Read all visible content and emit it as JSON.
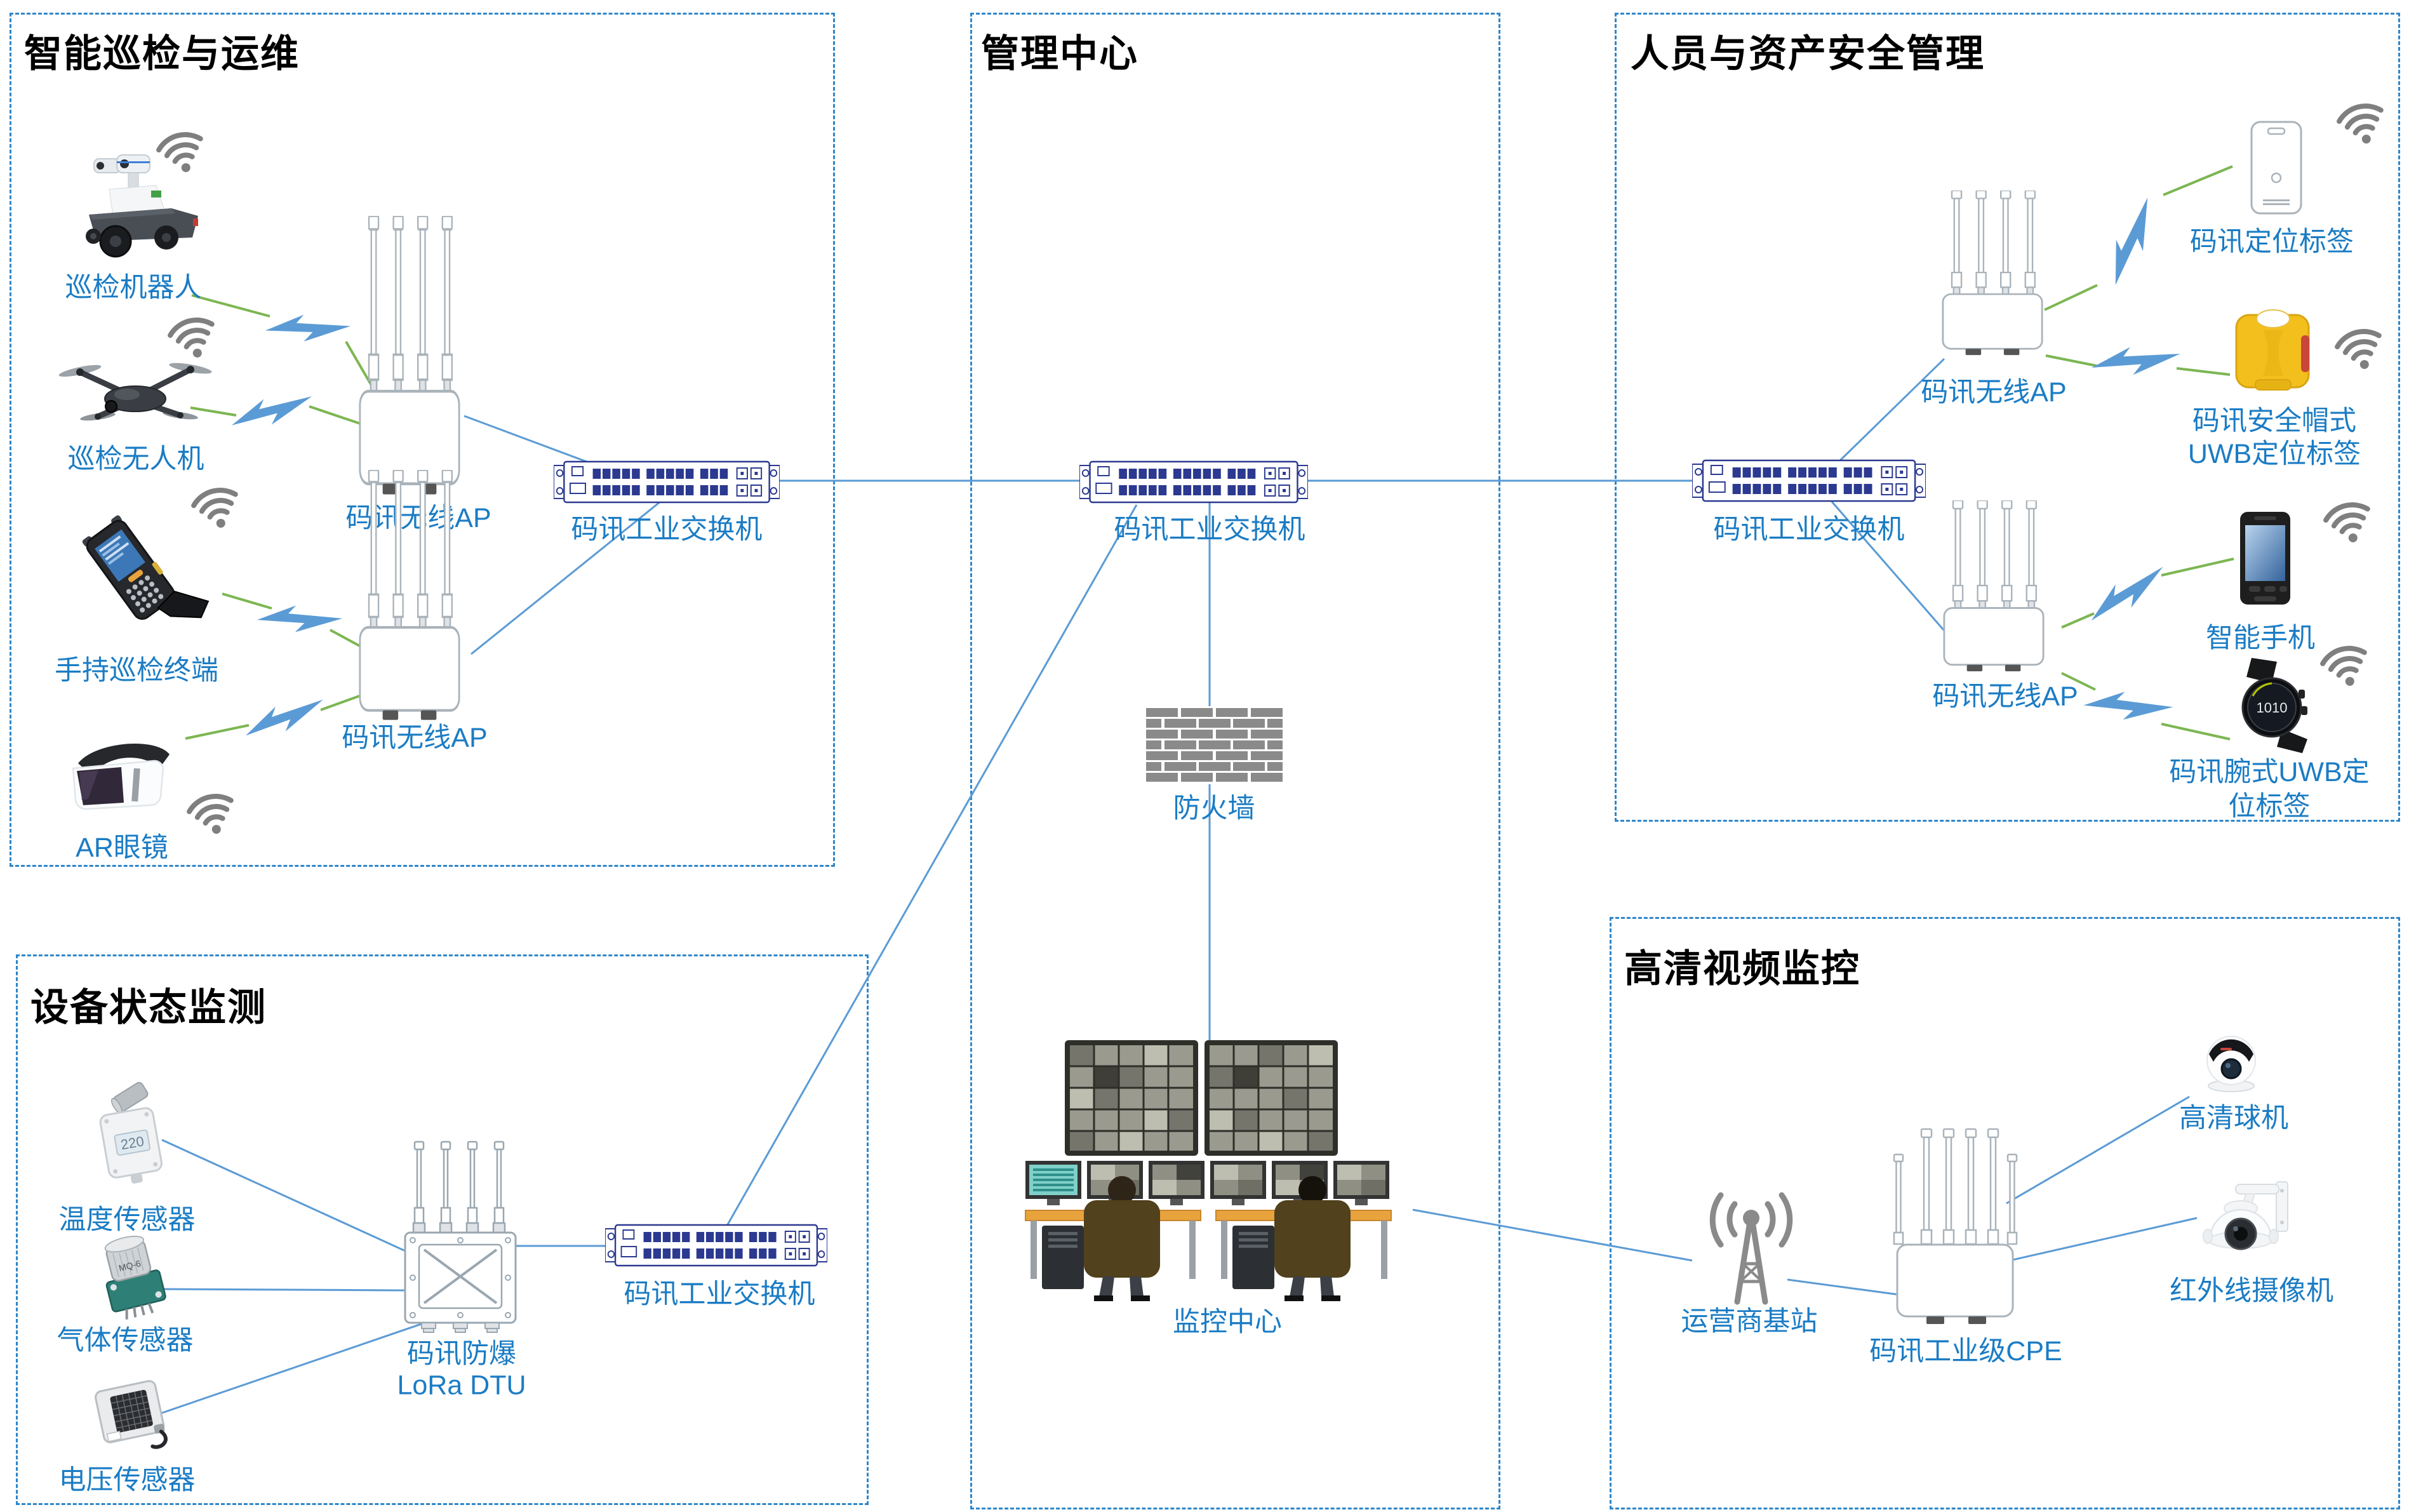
{
  "zones": [
    {
      "id": "inspection",
      "title": "智能巡检与运维"
    },
    {
      "id": "management",
      "title": "管理中心"
    },
    {
      "id": "personnel_assets",
      "title": "人员与资产安全管理"
    },
    {
      "id": "device_monitoring",
      "title": "设备状态监测"
    },
    {
      "id": "video_surveillance",
      "title": "高清视频监控"
    }
  ],
  "labels": {
    "robot": "巡检机器人",
    "drone": "巡检无人机",
    "handheld": "手持巡检终端",
    "ar_glasses": "AR眼镜",
    "wireless_ap": "码讯无线AP",
    "industrial_switch": "码讯工业交换机",
    "firewall": "防火墙",
    "monitoring_center": "监控中心",
    "locating_tag": "码讯定位标签",
    "helmet_tag_line1": "码讯安全帽式",
    "helmet_tag_line2": "UWB定位标签",
    "smartphone": "智能手机",
    "wrist_tag_line1": "码讯腕式UWB定",
    "wrist_tag_line2": "位标签",
    "temp_sensor": "温度传感器",
    "gas_sensor": "气体传感器",
    "voltage_sensor": "电压传感器",
    "dtu_line1": "码讯防爆",
    "dtu_line2": "LoRa DTU",
    "base_station": "运营商基站",
    "cpe": "码讯工业级CPE",
    "dome_camera": "高清球机",
    "ir_camera": "红外线摄像机"
  },
  "icon_texts": {
    "watch_face": "1010",
    "temp_reading": "220",
    "gas_chip": "MQ-6"
  },
  "colors": {
    "label_blue": "#1b7cc4",
    "line_blue": "#5b9bd5",
    "link_green": "#7cb652",
    "border_blue": "#2e86c9",
    "wifi_gray": "#7f7f7f",
    "title_black": "#000000",
    "helmet_yellow": "#f3bf1c",
    "desk_orange": "#e8a33d"
  }
}
